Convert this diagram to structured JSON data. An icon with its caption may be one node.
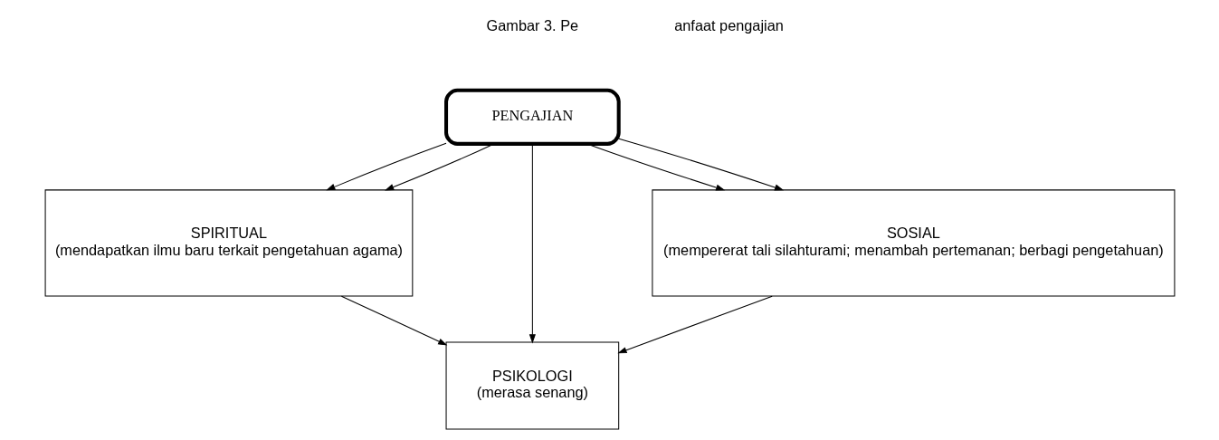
{
  "diagram": {
    "nodes": [
      {
        "text": [
          "PENGAJIAN"
        ]
      },
      {
        "text": [
          "SPIRITUAL",
          "(mendapatkan ilmu baru terkait pengetahuan agama)"
        ]
      },
      {
        "text": [
          "SOSIAL",
          "(mempererat tali silahturami; menambah pertemanan; berbagi pengetahuan)"
        ]
      },
      {
        "text": [
          "PSIKOLOGI",
          "(merasa senang)"
        ]
      }
    ],
    "edges": [
      {
        "from": 0,
        "to": 1,
        "arrow": "to"
      },
      {
        "from": 0,
        "to": 2,
        "arrow": "to"
      },
      {
        "from": 0,
        "to": 1,
        "arrow": "to"
      },
      {
        "from": 0,
        "to": 3,
        "arrow": "to"
      },
      {
        "from": 0,
        "to": 2,
        "arrow": "to"
      },
      {
        "from": 1,
        "to": 3,
        "arrow": "to"
      },
      {
        "from": 2,
        "to": 3,
        "arrow": "to"
      }
    ],
    "labels": [
      "Gambar 3. Pe",
      "anfaat pengajian"
    ]
  }
}
